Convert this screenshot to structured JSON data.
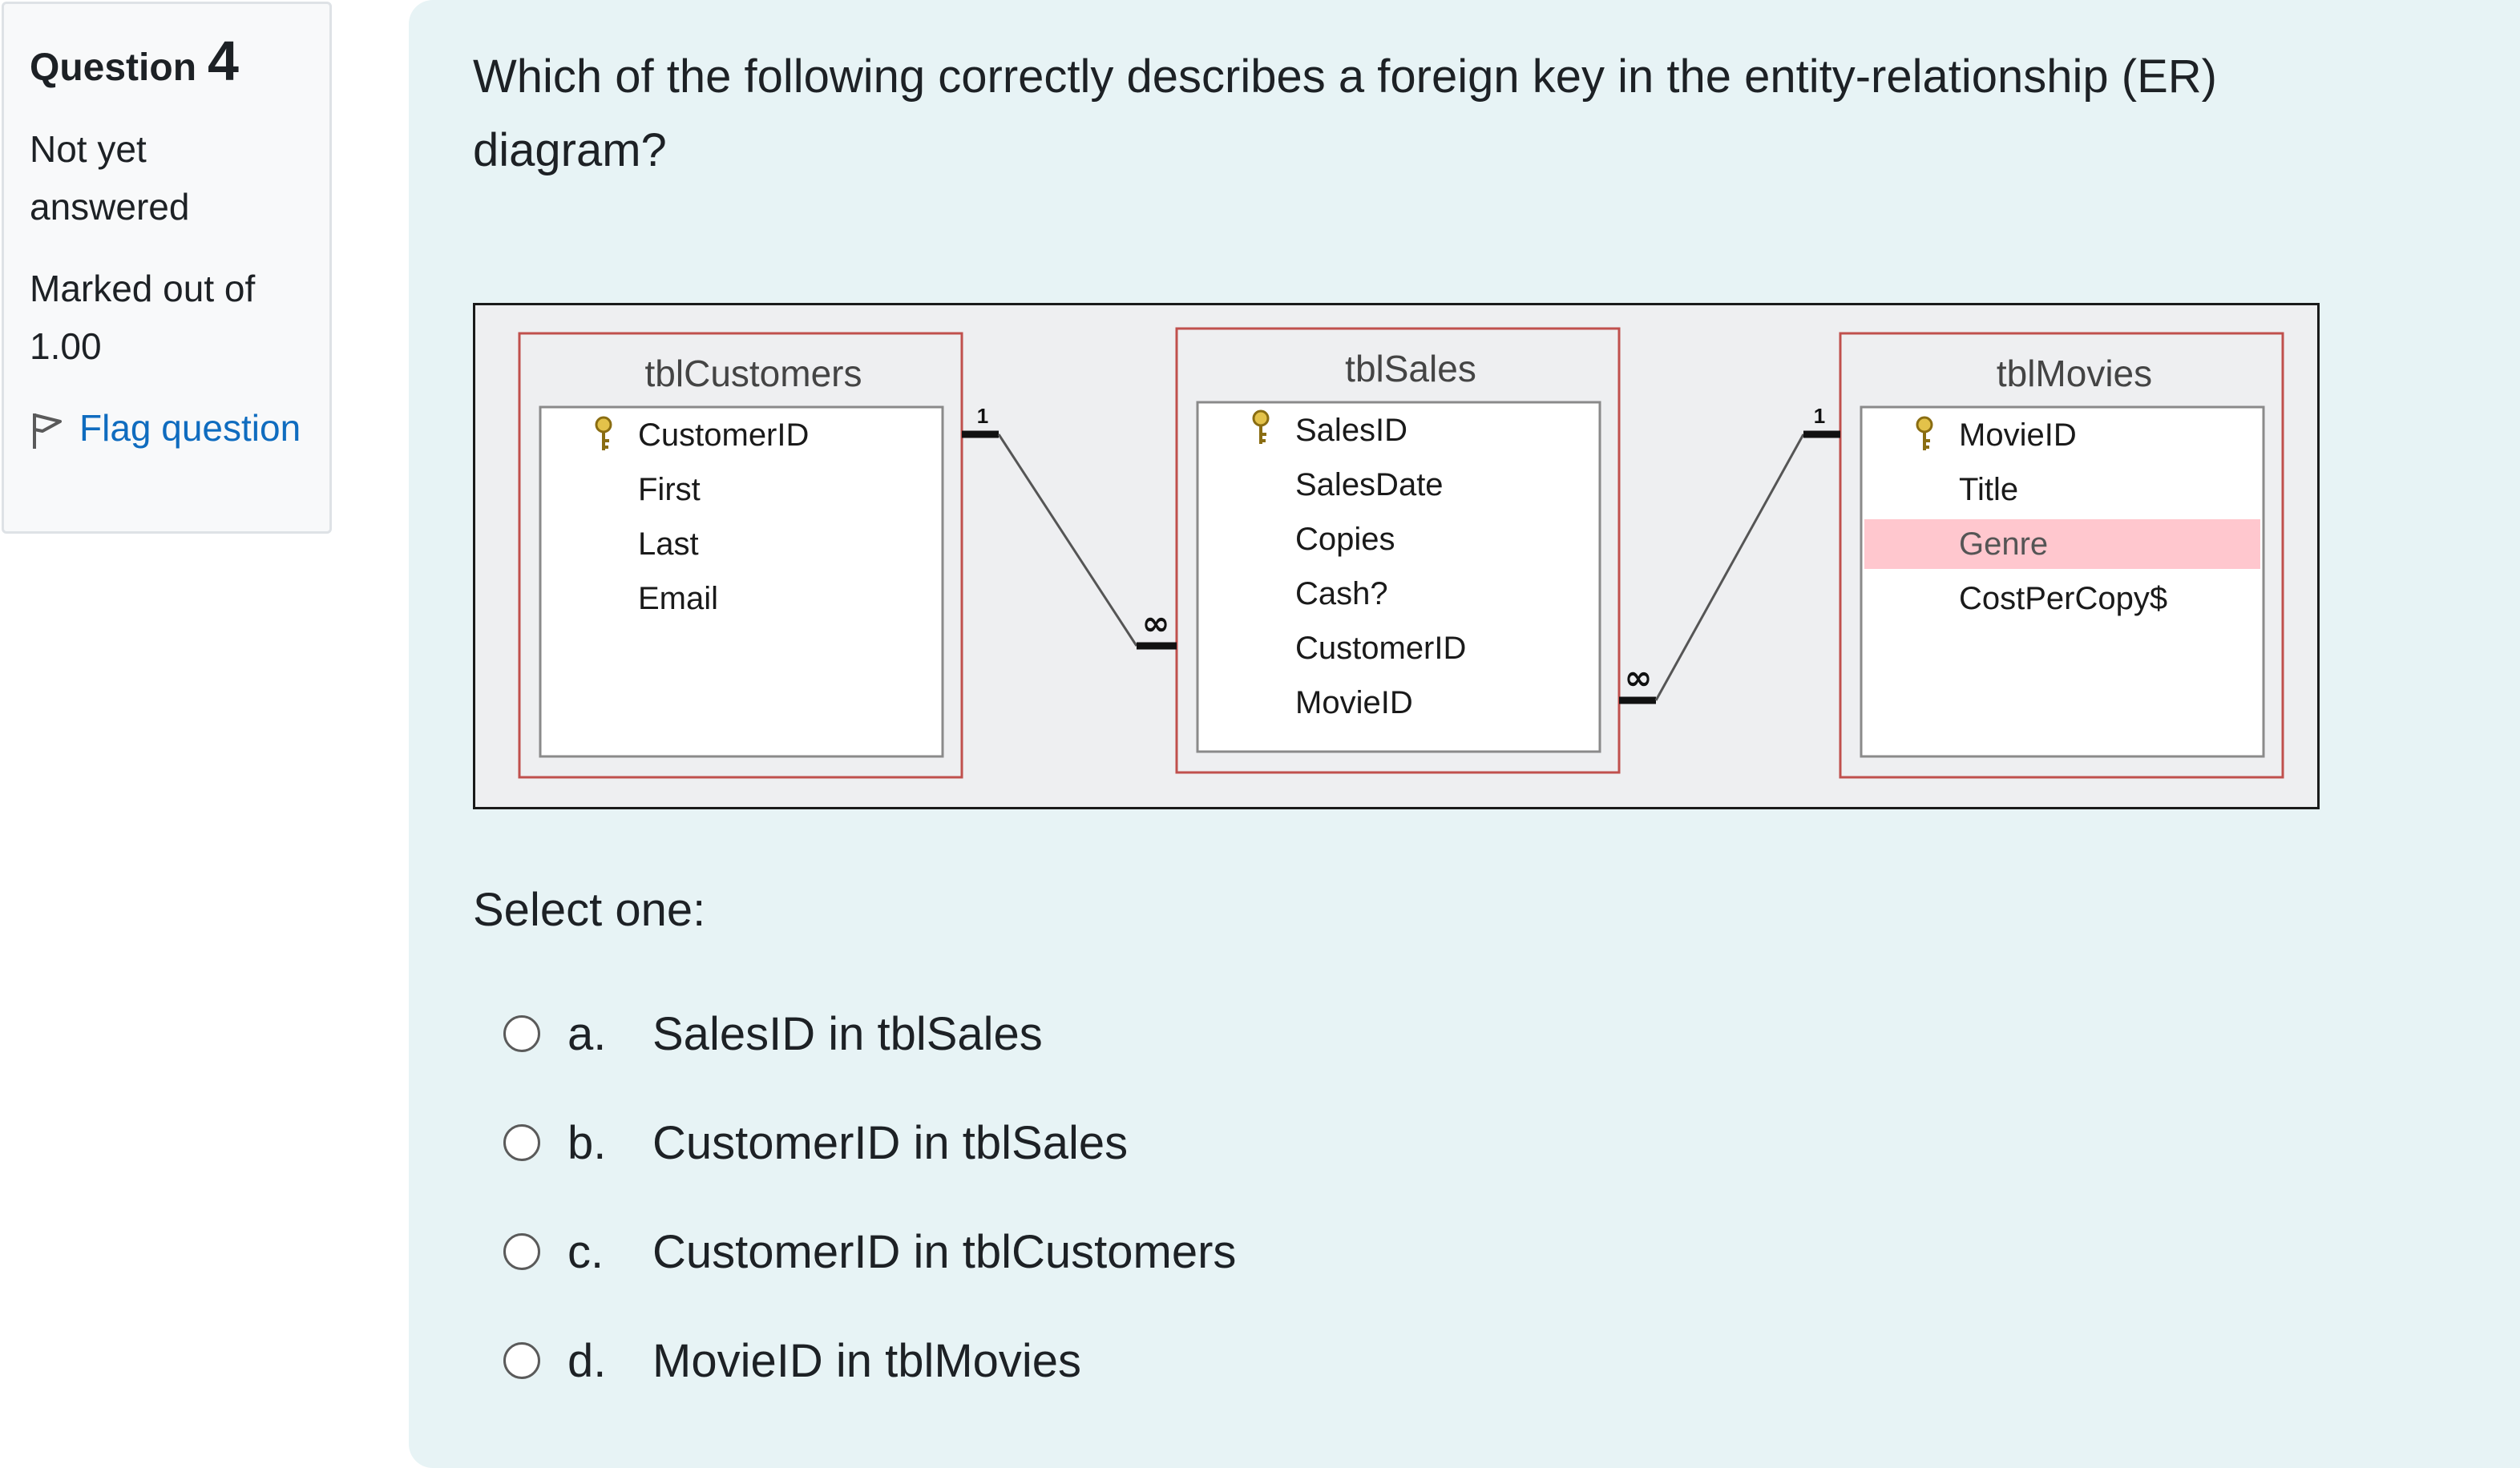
{
  "info": {
    "question_label": "Question",
    "question_number": "4",
    "state": "Not yet answered",
    "grade": "Marked out of 1.00",
    "flag_label": "Flag question"
  },
  "question": {
    "text": "Which of the following correctly describes a foreign key in the entity-relationship (ER) diagram?",
    "prompt": "Select one:",
    "options": [
      {
        "letter": "a.",
        "text": "SalesID in tblSales"
      },
      {
        "letter": "b.",
        "text": "CustomerID in tblSales"
      },
      {
        "letter": "c.",
        "text": "CustomerID in tblCustomers"
      },
      {
        "letter": "d.",
        "text": "MovieID in tblMovies"
      }
    ]
  },
  "diagram": {
    "tables": [
      {
        "name": "tblCustomers",
        "fields": [
          "CustomerID",
          "First",
          "Last",
          "Email"
        ],
        "key_field": 0
      },
      {
        "name": "tblSales",
        "fields": [
          "SalesID",
          "SalesDate",
          "Copies",
          "Cash?",
          "CustomerID",
          "MovieID"
        ],
        "key_field": 0
      },
      {
        "name": "tblMovies",
        "fields": [
          "MovieID",
          "Title",
          "Genre",
          "CostPerCopy$"
        ],
        "key_field": 0,
        "highlight_field": 2
      }
    ],
    "relationships": [
      {
        "one_label": "1",
        "many_label": "∞"
      },
      {
        "one_label": "1",
        "many_label": "∞"
      }
    ]
  },
  "colors": {
    "link": "#0f6cbf",
    "content_bg": "#e7f3f5",
    "table_border": "#c0504d",
    "highlight": "#ffc7ce",
    "key": "#c9a227"
  }
}
